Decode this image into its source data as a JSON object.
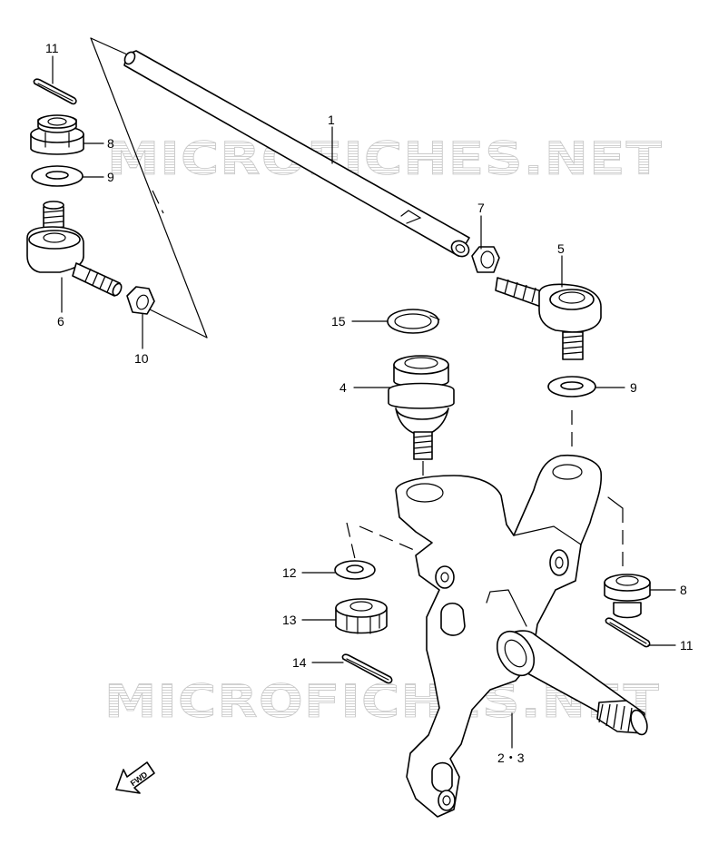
{
  "watermark": {
    "text": "MICROFICHES.NET",
    "color": "#c9c9c9"
  },
  "fwd_label": "FWD",
  "callouts": [
    {
      "id": "c11a",
      "label": "11"
    },
    {
      "id": "c8a",
      "label": "8"
    },
    {
      "id": "c9a",
      "label": "9"
    },
    {
      "id": "c6",
      "label": "6"
    },
    {
      "id": "c10",
      "label": "10"
    },
    {
      "id": "c1",
      "label": "1"
    },
    {
      "id": "c7",
      "label": "7"
    },
    {
      "id": "c5",
      "label": "5"
    },
    {
      "id": "c15",
      "label": "15"
    },
    {
      "id": "c4",
      "label": "4"
    },
    {
      "id": "c9b",
      "label": "9"
    },
    {
      "id": "c12",
      "label": "12"
    },
    {
      "id": "c13",
      "label": "13"
    },
    {
      "id": "c14",
      "label": "14"
    },
    {
      "id": "c8b",
      "label": "8"
    },
    {
      "id": "c11b",
      "label": "11"
    },
    {
      "id": "c23",
      "label": "2・3"
    }
  ]
}
